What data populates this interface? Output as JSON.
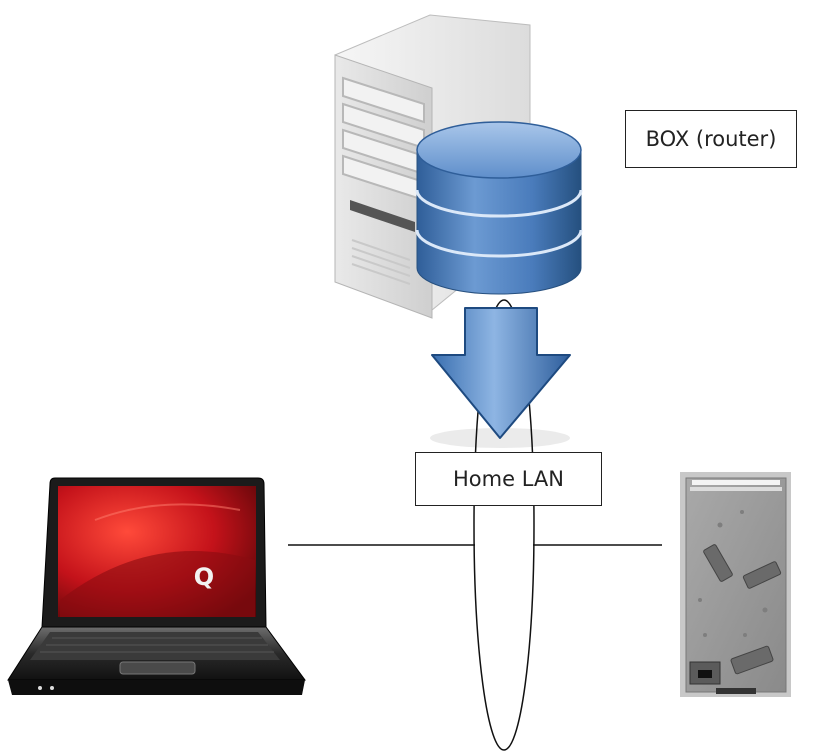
{
  "diagram": {
    "labels": {
      "router": "BOX (router)",
      "lan": "Home LAN"
    },
    "nodes": [
      {
        "id": "server",
        "icon": "server-database-icon"
      },
      {
        "id": "laptop",
        "icon": "laptop-icon",
        "brand_mark": "Q"
      },
      {
        "id": "nas",
        "icon": "nas-device-icon"
      }
    ],
    "edges": [
      {
        "from": "server",
        "to": "lan",
        "style": "arrow",
        "icon": "arrow-down-icon"
      },
      {
        "from": "laptop",
        "to": "lan",
        "style": "line"
      },
      {
        "from": "nas",
        "to": "lan",
        "style": "line"
      }
    ],
    "colors": {
      "arrow": "#3f77b8",
      "database": "#4d7fbf",
      "laptop_screen": "#c4121a",
      "line": "#111111",
      "nas_body": "#9a9a9a"
    }
  }
}
